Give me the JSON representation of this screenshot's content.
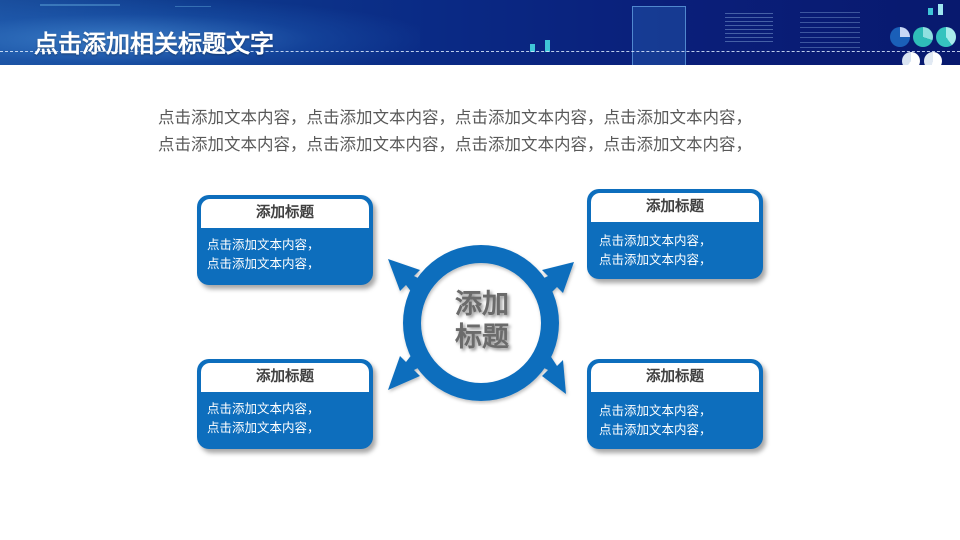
{
  "header": {
    "title": "点击添加相关标题文字",
    "colors": {
      "background": "#0a2a85",
      "accent": "#3fc6d8"
    }
  },
  "intro": {
    "lines": [
      "点击添加文本内容，点击添加文本内容，点击添加文本内容，点击添加文本内容，",
      "点击添加文本内容，点击添加文本内容，点击添加文本内容，点击添加文本内容，"
    ]
  },
  "hub": {
    "lines": [
      "添加",
      "标题"
    ],
    "color": "#0d6ebd",
    "arrows": [
      "up-left",
      "up-right",
      "down-left",
      "down-right"
    ]
  },
  "cards": [
    {
      "position": "top-left",
      "title": "添加标题",
      "lines": [
        "点击添加文本内容，",
        "点击添加文本内容，"
      ]
    },
    {
      "position": "top-right",
      "title": "添加标题",
      "lines": [
        "点击添加文本内容，",
        "点击添加文本内容，"
      ]
    },
    {
      "position": "bottom-left",
      "title": "添加标题",
      "lines": [
        "点击添加文本内容，",
        "点击添加文本内容，"
      ]
    },
    {
      "position": "bottom-right",
      "title": "添加标题",
      "lines": [
        "点击添加文本内容，",
        "点击添加文本内容，"
      ]
    }
  ],
  "theme": {
    "card_blue": "#0d6ebd",
    "text_gray": "#595959",
    "title_gray": "#404040"
  }
}
